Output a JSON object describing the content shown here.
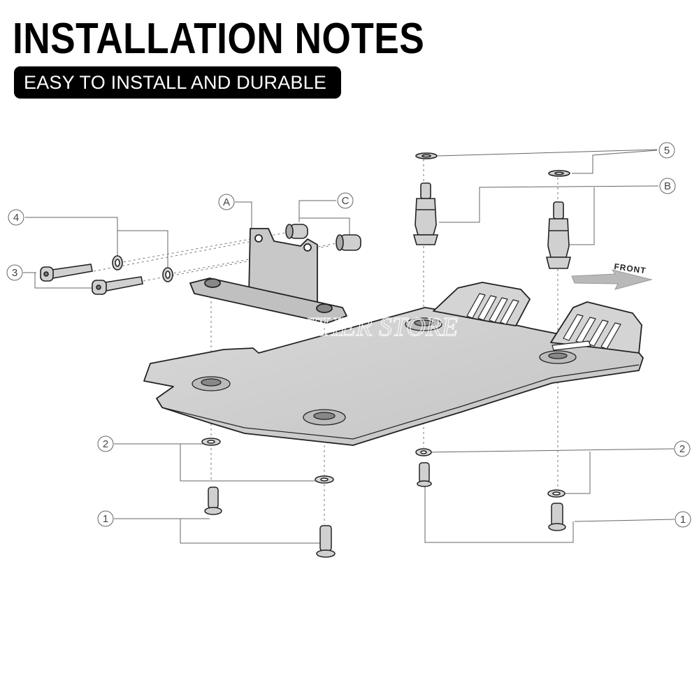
{
  "header": {
    "title": "INSTALLATION NOTES",
    "subtitle": "EASY TO INSTALL AND DURABLE"
  },
  "callouts": {
    "c5": "5",
    "cB": "B",
    "cA": "A",
    "cC": "C",
    "c4": "4",
    "c3": "3",
    "c2_left": "2",
    "c2_right": "2",
    "c1_left": "1",
    "c1_right": "1"
  },
  "direction_arrow": {
    "label": "FRONT"
  },
  "watermark": "OTHER STORE",
  "colors": {
    "title": "#000000",
    "subtitle_bg": "#000000",
    "subtitle_text": "#ffffff",
    "part_fill": "#d0d0d0",
    "line": "#333333"
  }
}
